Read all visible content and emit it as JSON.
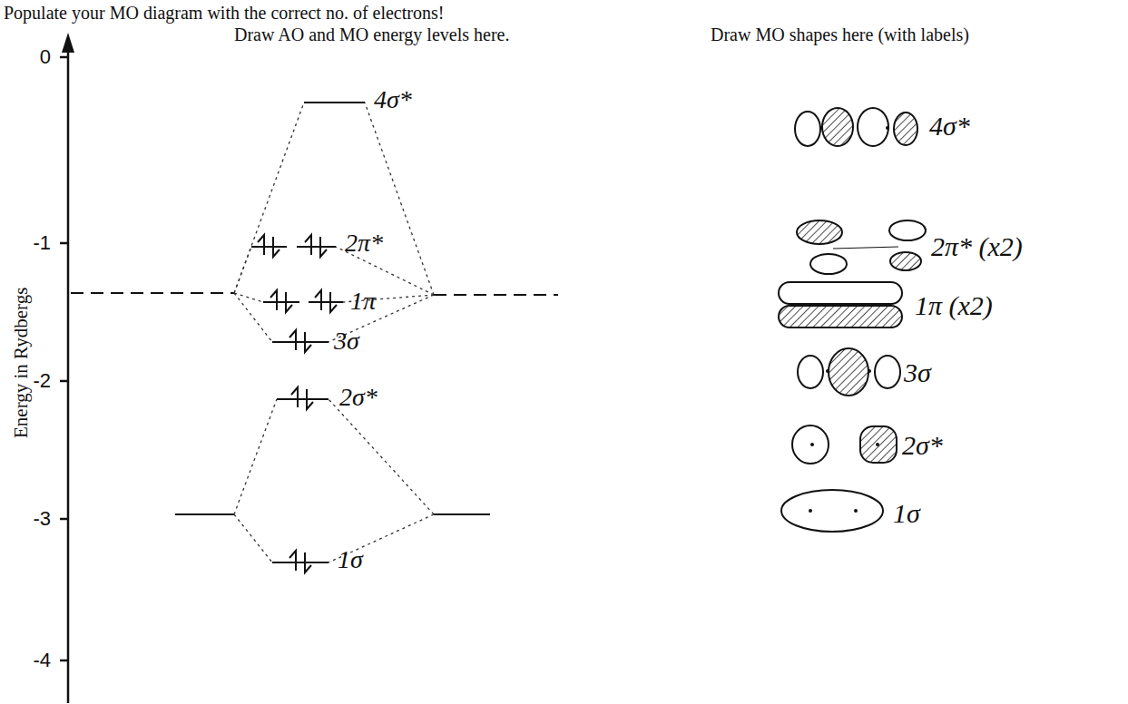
{
  "diagram": {
    "title": "Populate your MO diagram with the correct no. of electrons!",
    "labels": [
      "Draw AO and MO energy levels here.",
      "Draw MO shapes here (with labels)",
      "0",
      "-1",
      "-2",
      "-3",
      "-4",
      "Energy in Rydbergs",
      "4σ*",
      "2π*",
      "1π",
      "3σ",
      "2σ*",
      "1σ",
      "4σ*",
      "2π* (x2)",
      "1π (x2)",
      "3σ",
      "2σ*",
      "1σ"
    ]
  }
}
